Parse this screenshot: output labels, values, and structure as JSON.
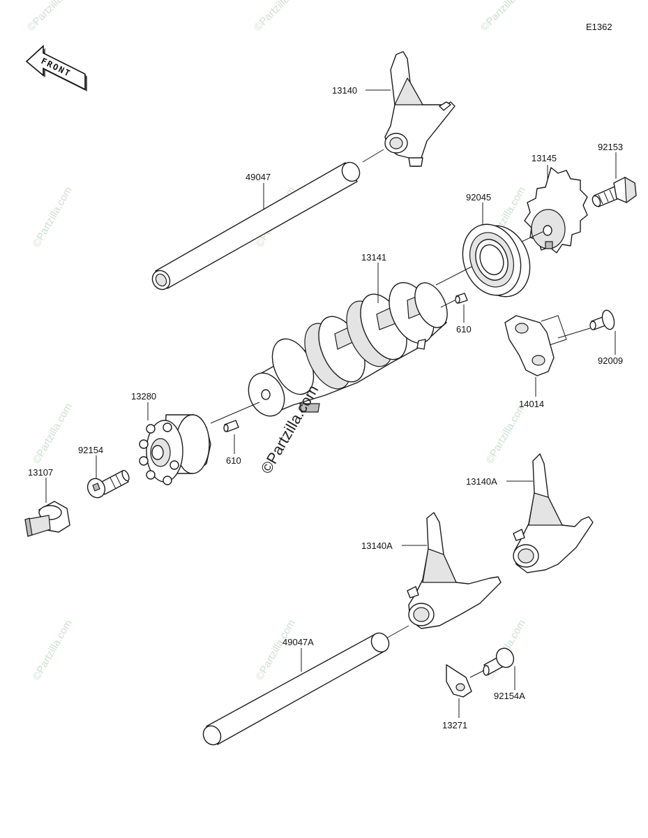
{
  "diagram_code": "E1362",
  "front_label": "FRONT",
  "watermark_text": "©Partzilla.com",
  "part_labels": {
    "p13140": "13140",
    "p49047": "49047",
    "p13145": "13145",
    "p92153": "92153",
    "p92045": "92045",
    "p13141": "13141",
    "p610_upper": "610",
    "p92009": "92009",
    "p14014": "14014",
    "p13280": "13280",
    "p92154": "92154",
    "p13107": "13107",
    "p610_lower": "610",
    "p13140A_right": "13140A",
    "p13140A_left": "13140A",
    "p49047A": "49047A",
    "p92154A": "92154A",
    "p13271": "13271"
  },
  "colors": {
    "line": "#1a1a1a",
    "watermark": "#cfe0cf",
    "background": "#ffffff"
  }
}
